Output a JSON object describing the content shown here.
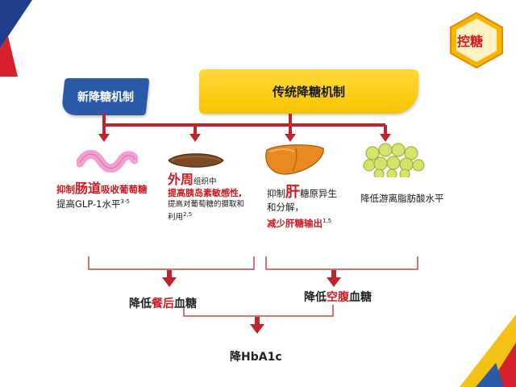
{
  "logo": {
    "text": "控糖"
  },
  "headers": {
    "new": "新降糖机制",
    "traditional": "传统降糖机制"
  },
  "mechanisms": {
    "gut": {
      "line1_a": "抑制",
      "line1_b": "肠道",
      "line1_c": "吸收葡萄糖",
      "line2": "提高GLP-1水平",
      "line2_sup": "3-5"
    },
    "peripheral": {
      "line1_a": "外周",
      "line1_b": "组织中",
      "line2": "提高胰岛素敏感性,",
      "line3": "提高对葡萄糖的摄取和",
      "line4": "利用",
      "line4_sup": "2,5"
    },
    "liver": {
      "line1_a": "抑制",
      "line1_b": "肝",
      "line1_c": "糖原异生",
      "line2": "和分解，",
      "line3": "减少肝糖输出",
      "line3_sup": "1,5"
    },
    "fat": {
      "line1": "降低游离脂肪酸水平"
    }
  },
  "outcomes": {
    "postprandial_a": "降低",
    "postprandial_b": "餐后",
    "postprandial_c": "血糖",
    "fasting_a": "降低",
    "fasting_b": "空腹",
    "fasting_c": "血糖",
    "final": "降HbA1c"
  },
  "colors": {
    "arrow": "#c0232d",
    "bracket": "#b94a4f",
    "blue_tag": "#2a5aa8",
    "yellow_tag": "#f6c400",
    "accent_red": "#d11920"
  }
}
